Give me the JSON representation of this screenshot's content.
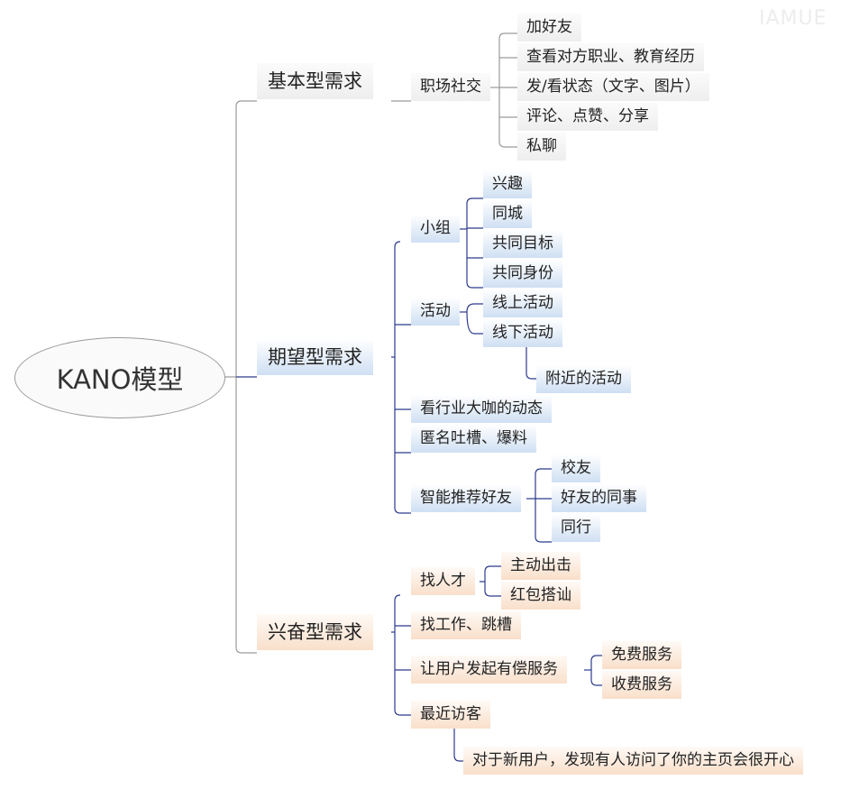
{
  "watermark": "IAMUE",
  "root": {
    "label": "KANO模型"
  },
  "branches": {
    "basic": {
      "label": "基本型需求",
      "social": {
        "label": "职场社交",
        "items": [
          "加好友",
          "查看对方职业、教育经历",
          "发/看状态（文字、图片）",
          "评论、点赞、分享",
          "私聊"
        ]
      }
    },
    "expected": {
      "label": "期望型需求",
      "group": {
        "label": "小组",
        "items": [
          "兴趣",
          "同城",
          "共同目标",
          "共同身份"
        ]
      },
      "activity": {
        "label": "活动",
        "online": "线上活动",
        "offline": "线下活动",
        "nearby": "附近的活动"
      },
      "bigshot": "看行业大咖的动态",
      "anonymous": "匿名吐槽、爆料",
      "recommend": {
        "label": "智能推荐好友",
        "items": [
          "校友",
          "好友的同事",
          "同行"
        ]
      }
    },
    "exciting": {
      "label": "兴奋型需求",
      "talent": {
        "label": "找人才",
        "items": [
          "主动出击",
          "红包搭讪"
        ]
      },
      "job": "找工作、跳槽",
      "paid": {
        "label": "让用户发起有偿服务",
        "items": [
          "免费服务",
          "收费服务"
        ]
      },
      "visitors": {
        "label": "最近访客",
        "note": "对于新用户，发现有人访问了你的主页会很开心"
      }
    }
  }
}
